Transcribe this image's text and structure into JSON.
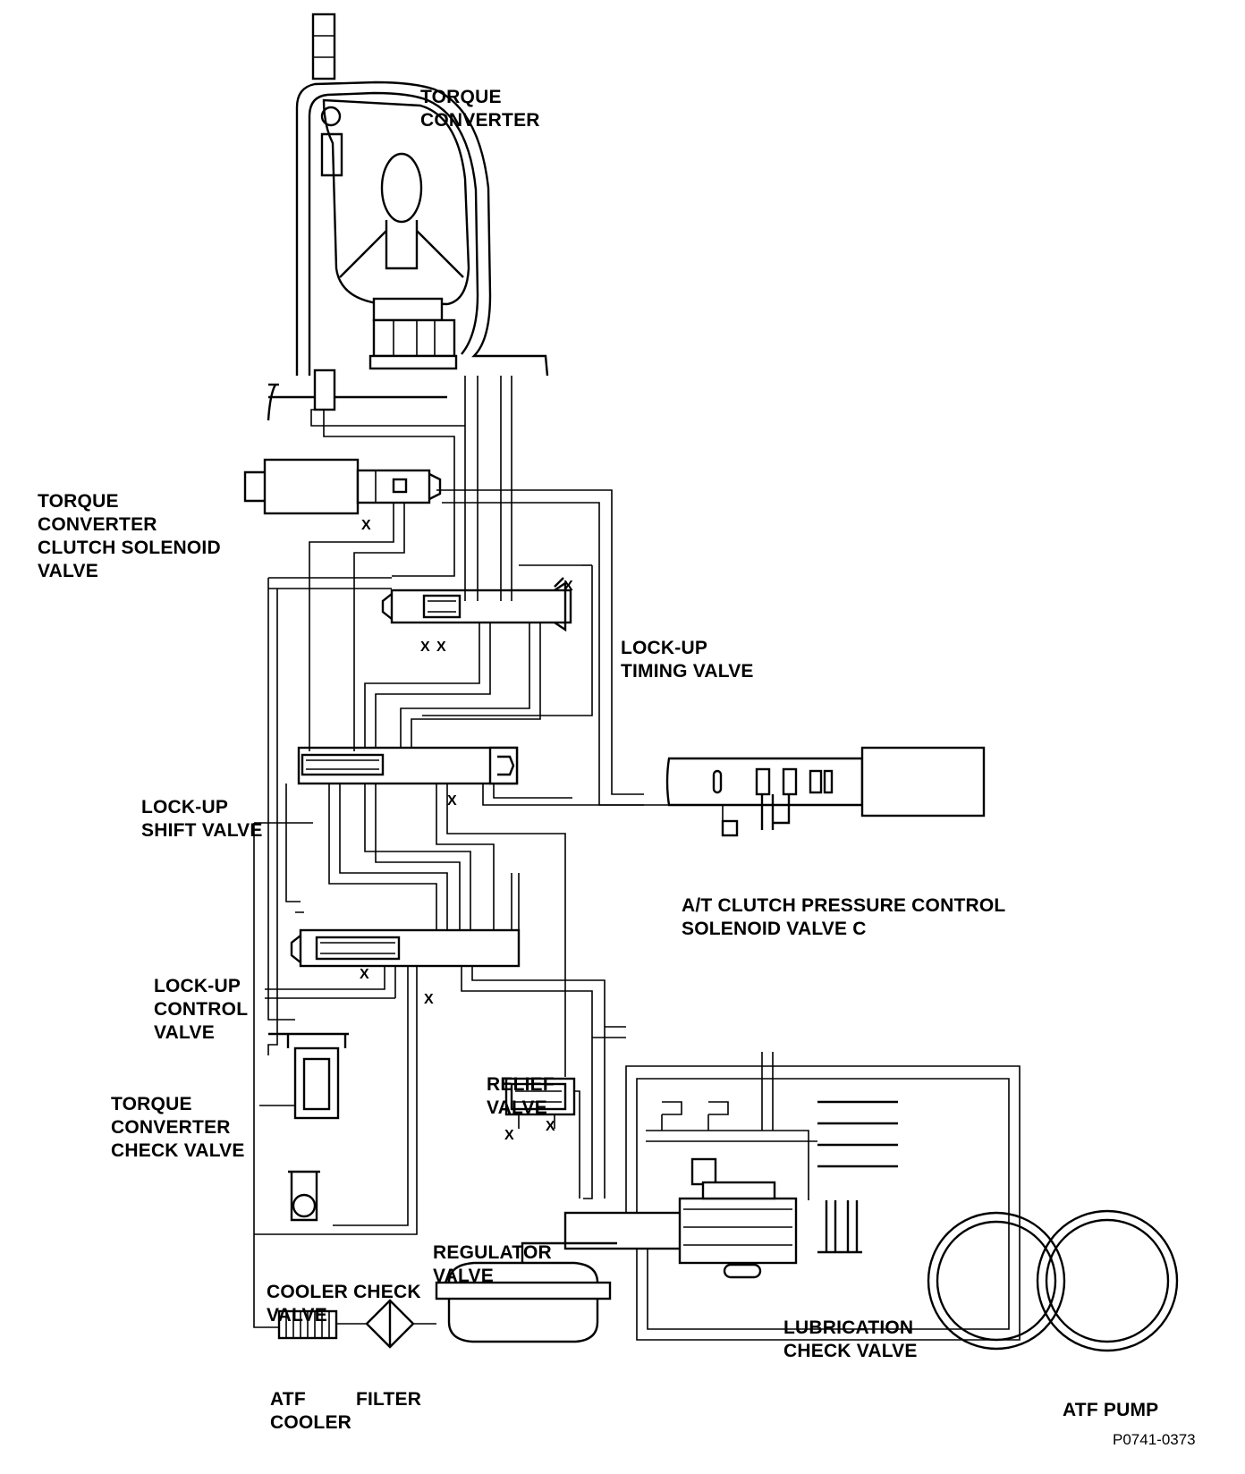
{
  "labels": {
    "torque_converter": [
      "TORQUE",
      "CONVERTER"
    ],
    "tcc_solenoid": [
      "TORQUE",
      "CONVERTER",
      "CLUTCH SOLENOID",
      "VALVE"
    ],
    "lockup_timing": [
      "LOCK-UP",
      "TIMING VALVE"
    ],
    "lockup_shift": [
      "LOCK-UP",
      "SHIFT VALVE"
    ],
    "at_clutch_solenoid": [
      "A/T CLUTCH PRESSURE CONTROL",
      "SOLENOID VALVE C"
    ],
    "lockup_control": [
      "LOCK-UP",
      "CONTROL",
      "VALVE"
    ],
    "relief_valve": [
      "RELIEF",
      "VALVE"
    ],
    "tc_check_valve": [
      "TORQUE",
      "CONVERTER",
      "CHECK VALVE"
    ],
    "regulator_valve": [
      "REGULATOR",
      "VALVE"
    ],
    "cooler_check": [
      "COOLER CHECK",
      "VALVE"
    ],
    "lubrication_check": [
      "LUBRICATION",
      "CHECK VALVE"
    ],
    "atf_cooler": [
      "ATF",
      "COOLER"
    ],
    "filter": [
      "FILTER"
    ],
    "atf_pump": [
      "ATF PUMP"
    ]
  },
  "exhaust_mark": "X",
  "figure_code": "P0741-0373"
}
